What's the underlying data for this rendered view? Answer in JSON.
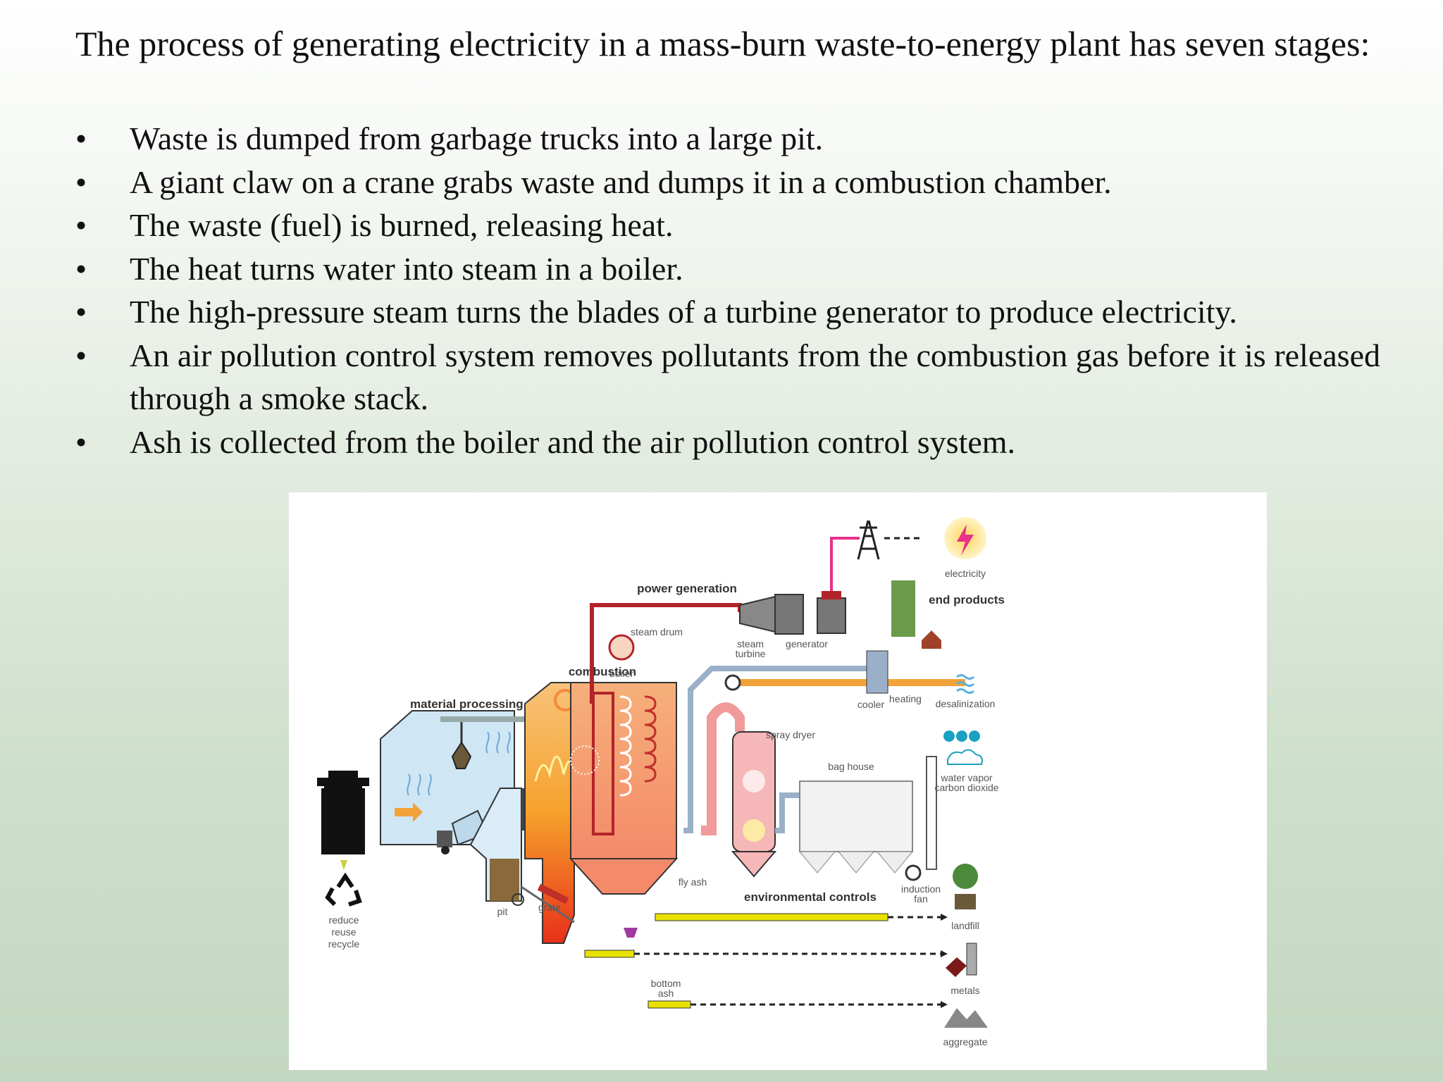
{
  "intro": "The process of generating electricity in a mass-burn waste-to-energy plant has seven stages:",
  "bullet_symbol": "•",
  "bullets": [
    "Waste is dumped from garbage trucks into a large pit.",
    "A giant claw on a crane grabs waste and dumps it in a combustion chamber.",
    "The waste (fuel) is burned, releasing heat.",
    "The heat turns water into steam in a boiler.",
    "The high-pressure steam turns the blades of a turbine generator to produce electricity.",
    "An air pollution control system removes pollutants from the combustion gas before it is released through a smoke stack.",
    "Ash is collected from the boiler and the air pollution control system."
  ],
  "diagram": {
    "sections": {
      "material_processing": "material processing",
      "combustion": "combustion",
      "power_generation": "power generation",
      "environmental_controls": "environmental controls",
      "end_products": "end products"
    },
    "labels": {
      "reduce": "reduce",
      "reuse": "reuse",
      "recycle": "recycle",
      "pit": "pit",
      "grate": "grate",
      "steam_drum": "steam drum",
      "boiler": "boiler",
      "steam_turbine_1": "steam",
      "steam_turbine_2": "turbine",
      "generator": "generator",
      "spray_dryer": "spray dryer",
      "bag_house": "bag house",
      "fly_ash": "fly ash",
      "induction_fan_1": "induction",
      "induction_fan_2": "fan",
      "bottom_ash_1": "bottom",
      "bottom_ash_2": "ash",
      "cooler": "cooler",
      "heating": "heating",
      "desalinization": "desalinization",
      "electricity": "electricity",
      "water_vapor": "water vapor",
      "carbon_dioxide": "carbon dioxide",
      "landfill": "landfill",
      "metals": "metals",
      "aggregate": "aggregate"
    },
    "colors": {
      "steam_pipe": "#b3232a",
      "power_line": "#e8318a",
      "water": "#cfe6f5",
      "fire": "#f39a2a",
      "conveyor": "#e8e200"
    }
  }
}
